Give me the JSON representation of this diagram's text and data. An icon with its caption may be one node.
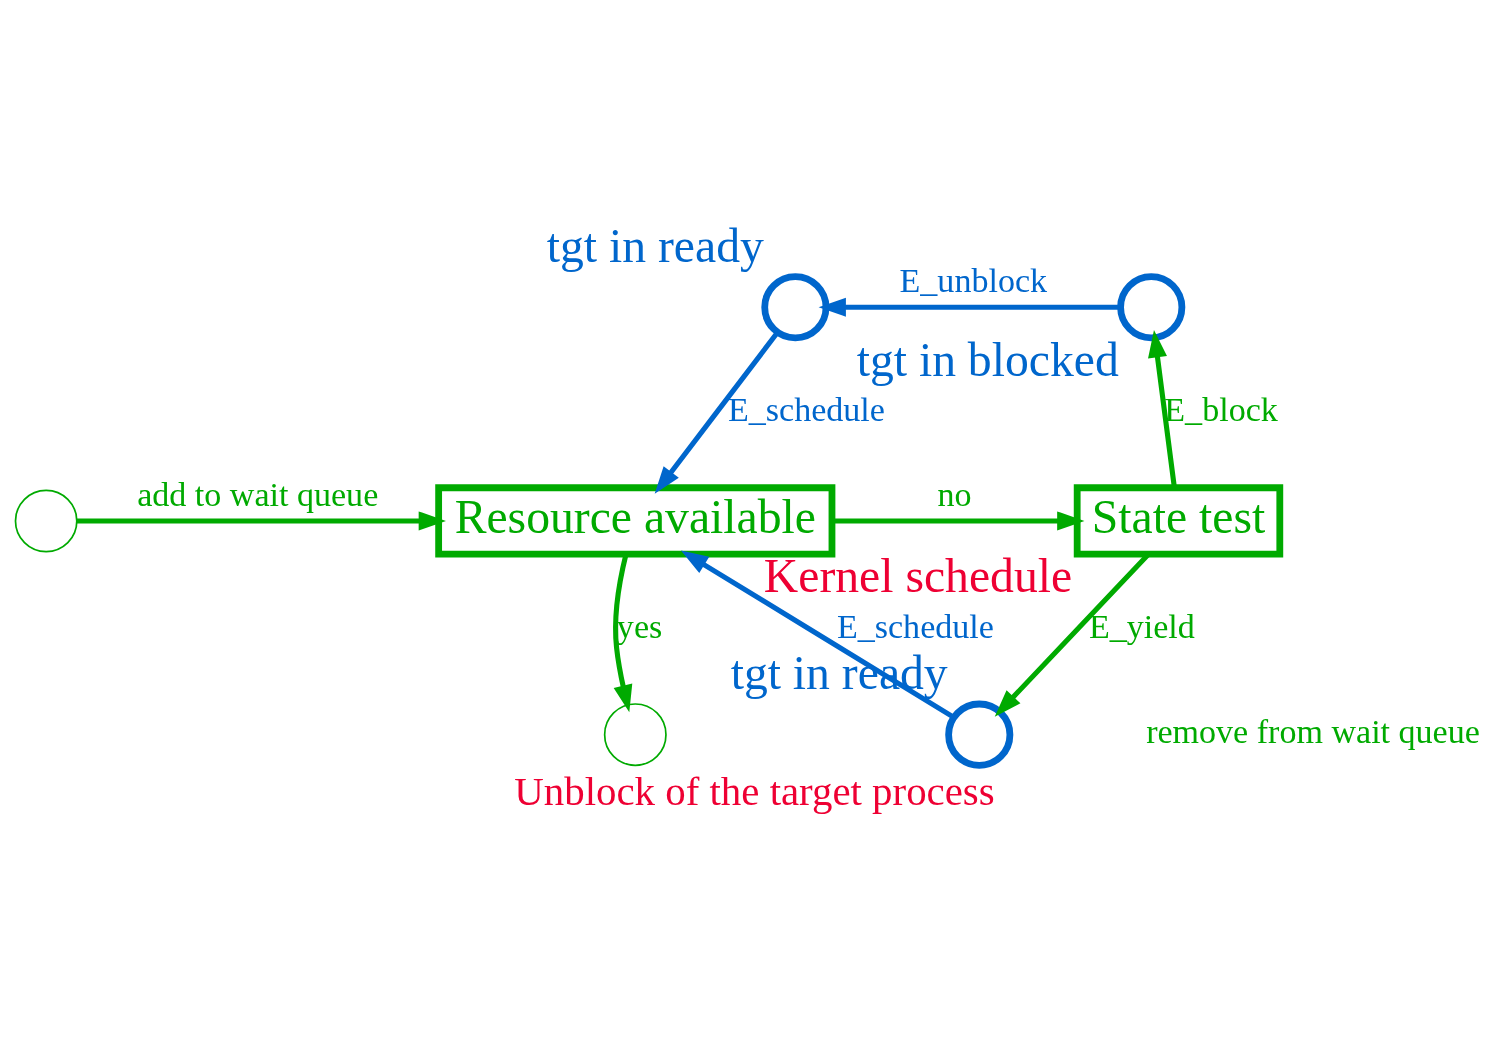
{
  "diagram": {
    "caption": "Unblock of the target process",
    "nodes": [
      {
        "text": [],
        "shape": "circle"
      },
      {
        "text": [
          "Resource available"
        ]
      },
      {
        "text": [
          "State test"
        ],
        "beside": [
          "Kernel schedule"
        ]
      },
      {
        "text": [],
        "shape": "circle",
        "beside": [
          "tgt in ready"
        ]
      },
      {
        "text": [],
        "shape": "circle",
        "beside": [
          "tgt in blocked"
        ]
      },
      {
        "text": [],
        "shape": "circle",
        "beside": [
          "tgt in ready"
        ]
      },
      {
        "text": [],
        "shape": "circle"
      }
    ],
    "edges": [
      {
        "from": 0,
        "to": 1,
        "arrow": "to",
        "label": "add to wait queue"
      },
      {
        "from": 1,
        "to": 2,
        "arrow": "to",
        "label": "no"
      },
      {
        "from": 1,
        "to": 6,
        "arrow": "to",
        "label": "yes"
      },
      {
        "from": 2,
        "to": 4,
        "arrow": "to",
        "label": "E_block"
      },
      {
        "from": 4,
        "to": 3,
        "arrow": "to",
        "label": "E_unblock",
        "color": "#0066cc"
      },
      {
        "from": 3,
        "to": 1,
        "arrow": "to",
        "label": "E_schedule",
        "color": "#0066cc"
      },
      {
        "from": 2,
        "to": 5,
        "arrow": "to",
        "label": "E_yield"
      },
      {
        "from": 5,
        "to": 1,
        "arrow": "to",
        "label": "E_schedule",
        "color": "#0066cc"
      }
    ],
    "labels": [
      "remove from wait queue"
    ]
  }
}
